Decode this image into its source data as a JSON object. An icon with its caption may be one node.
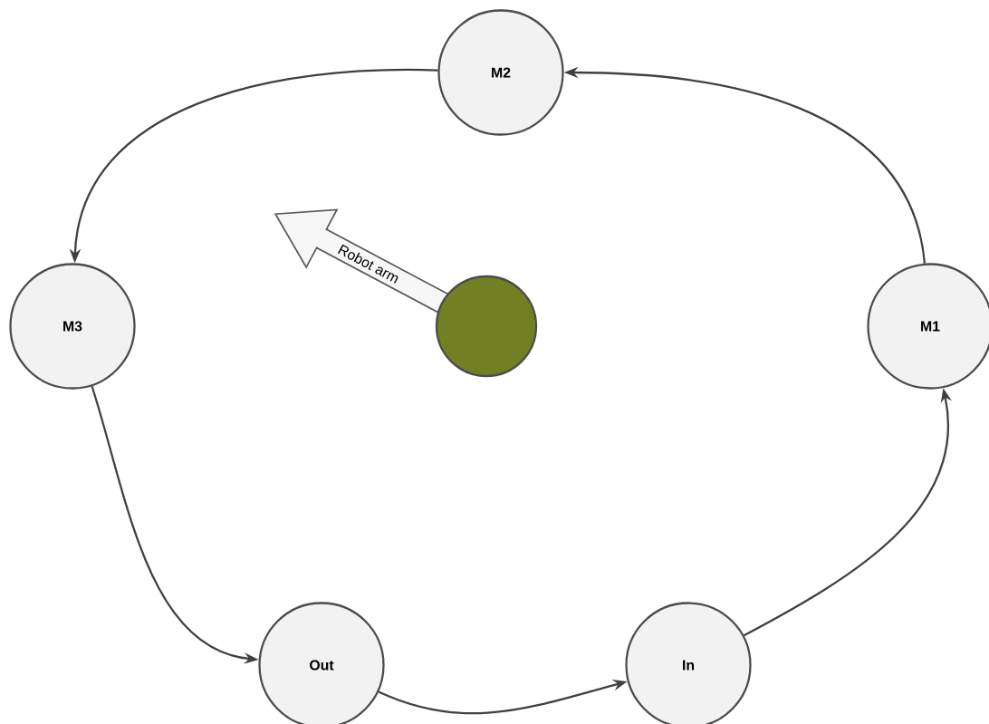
{
  "diagram": {
    "nodes": [
      {
        "text": [
          "M2"
        ]
      },
      {
        "text": [
          "M3"
        ]
      },
      {
        "text": [
          "Robot arm"
        ]
      },
      {
        "text": [],
        "shape": "circle"
      },
      {
        "text": [
          "M1"
        ]
      },
      {
        "text": [
          "Out"
        ]
      },
      {
        "text": [
          "In"
        ]
      }
    ],
    "edges": [
      {
        "from": 4,
        "to": 0,
        "arrow": "to"
      },
      {
        "from": 0,
        "to": 1,
        "arrow": "to"
      },
      {
        "from": 1,
        "to": 5,
        "arrow": "to"
      },
      {
        "from": 5,
        "to": 6,
        "arrow": "to"
      },
      {
        "from": 6,
        "to": 4,
        "arrow": "to"
      }
    ]
  }
}
